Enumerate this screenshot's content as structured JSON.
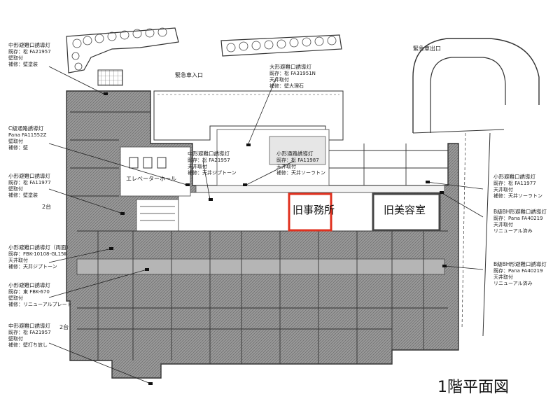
{
  "caption": "1階平面図",
  "rooms": {
    "old_office": "旧事務所",
    "old_beauty_salon": "旧美容室"
  },
  "place_labels": {
    "emergency_entrance": "緊急車入口",
    "emergency_exit": "緊急車出口",
    "elevator_hall": "エレベーターホール"
  },
  "counts": {
    "two_units_a": "2台",
    "two_units_b": "2台"
  },
  "fixture_notes": [
    {
      "title": "中形避難口誘導灯",
      "lines": [
        "既存：松 FA21957",
        "壁取付",
        "補修：壁塗装"
      ]
    },
    {
      "title": "大形避難口誘導灯",
      "lines": [
        "既存：松 FA31951N",
        "天井取付",
        "補修：壁大理石"
      ]
    },
    {
      "title": "C級通路誘導灯",
      "lines": [
        "Pana FA11552Z",
        "壁取付",
        "補修：壁"
      ]
    },
    {
      "title": "中形避難口誘導灯",
      "lines": [
        "既存：松 FA21957",
        "天井取付",
        "補修：天井ジプトーン"
      ]
    },
    {
      "title": "小形通路誘導灯",
      "lines": [
        "既存：松 FA11987",
        "天井取付",
        "補修：天井ソーラトン"
      ]
    },
    {
      "title": "小形避難口誘導灯",
      "lines": [
        "既存：松 FA11977",
        "壁取付",
        "補修：壁塗装"
      ]
    },
    {
      "title": "小形避難口誘導灯",
      "lines": [
        "既存：松 FA11977",
        "天井取付",
        "補修：天井ソーラトン"
      ]
    },
    {
      "title": "B級BH形避難口誘導灯",
      "lines": [
        "既存：Pana FA40219",
        "天井取付",
        "リニューアル済み"
      ]
    },
    {
      "title": "小形避難口誘導灯（両面）",
      "lines": [
        "既存：FBK-10108-GL15Ⅱ",
        "天井取付",
        "補修：天井ジプトーン"
      ]
    },
    {
      "title": "B級BH形避難口誘導灯",
      "lines": [
        "既存：Pana FA40219",
        "天井取付",
        "リニューアル済み"
      ]
    },
    {
      "title": "小形避難口誘導灯",
      "lines": [
        "既存：東 FBK-670",
        "壁取付",
        "補修：リニューアルプレート"
      ]
    },
    {
      "title": "中形避難口誘導灯",
      "lines": [
        "既存：松 FA21957",
        "壁取付",
        "補修：壁打ち放し"
      ]
    }
  ],
  "colors": {
    "highlight": "#e0301e",
    "wall_hatch": "#8a8a8a",
    "line": "#333333"
  }
}
